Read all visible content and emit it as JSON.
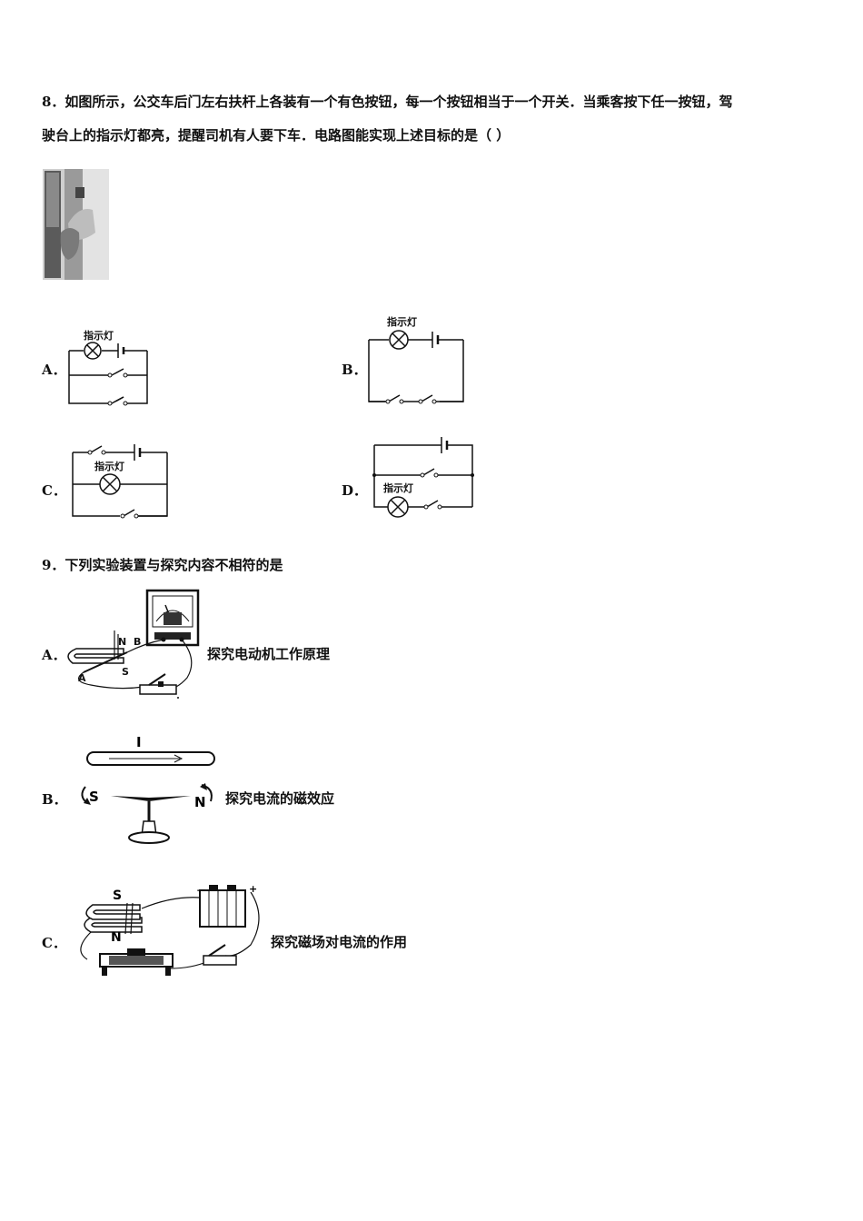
{
  "q8": {
    "line1": "8．如图所示，公交车后门左右扶杆上各装有一个有色按钮，每一个按钮相当于一个开关．当乘客按下任一按钮，驾",
    "line2": "驶台上的指示灯都亮，提醒司机有人要下车．电路图能实现上述目标的是（    ）",
    "options": [
      {
        "letter": "A．",
        "lamp_label": "指示灯"
      },
      {
        "letter": "B．",
        "lamp_label": "指示灯"
      },
      {
        "letter": "C．",
        "lamp_label": "指示灯"
      },
      {
        "letter": "D．",
        "lamp_label": "指示灯"
      }
    ]
  },
  "q9": {
    "stem": "9．下列实验装置与探究内容不相符的是",
    "options": [
      {
        "letter": "A．",
        "caption": "探究电动机工作原理",
        "labels": {
          "n": "N",
          "b": "B",
          "a": "A",
          "s": "S"
        }
      },
      {
        "letter": "B．",
        "caption": "探究电流的磁效应",
        "labels": {
          "i": "I",
          "s": "S",
          "n": "N"
        }
      },
      {
        "letter": "C．",
        "caption": "探究磁场对电流的作用",
        "labels": {
          "s": "S",
          "n": "N",
          "minus": "－",
          "plus": "+"
        }
      }
    ]
  }
}
